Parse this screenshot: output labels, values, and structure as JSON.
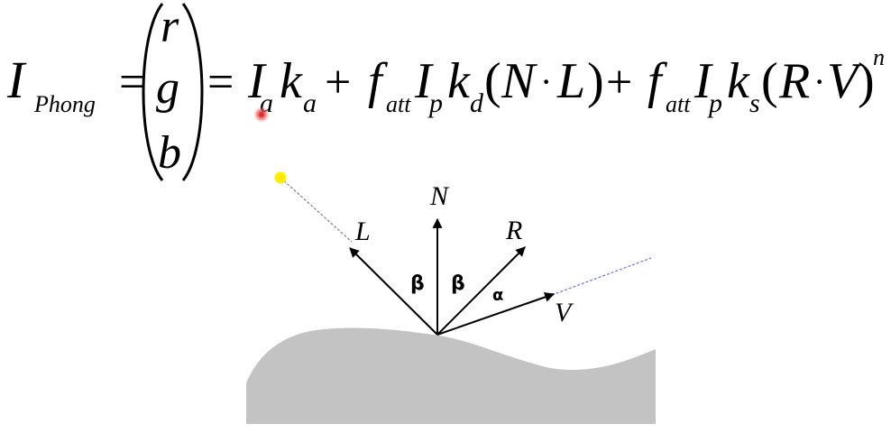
{
  "formula": {
    "lhs_I": "I",
    "lhs_sub": "Phong",
    "eq1": "=",
    "vec_r": "r",
    "vec_g": "g",
    "vec_b": "b",
    "eq2": "=",
    "t1_I": "I",
    "t1_Isub": "a",
    "t1_k": "k",
    "t1_ksub": "a",
    "plus1": "+",
    "t2_f": "f",
    "t2_fsub": "att",
    "t2_I": "I",
    "t2_Isub": "p",
    "t2_k": "k",
    "t2_ksub": "d",
    "t2_open": "(",
    "t2_N": "N",
    "t2_dot": "·",
    "t2_L": "L",
    "t2_close": ")",
    "plus2": "+",
    "t3_f": "f",
    "t3_fsub": "att",
    "t3_I": "I",
    "t3_Isub": "p",
    "t3_k": "k",
    "t3_ksub": "s",
    "t3_open": "(",
    "t3_R": "R",
    "t3_dot": "·",
    "t3_V": "V",
    "t3_close": ")",
    "t3_exp": "n"
  },
  "diagram": {
    "label_N": "N",
    "label_L": "L",
    "label_R": "R",
    "label_V": "V",
    "angle_beta_left": "β",
    "angle_beta_right": "β",
    "angle_alpha": "α"
  },
  "colors": {
    "light_source": "#ffee00",
    "surface": "#c3c3c3",
    "ink": "#000000",
    "view_dashed": "#7a7ae0",
    "light_dashed": "#888888",
    "cursor": "#e03030"
  }
}
